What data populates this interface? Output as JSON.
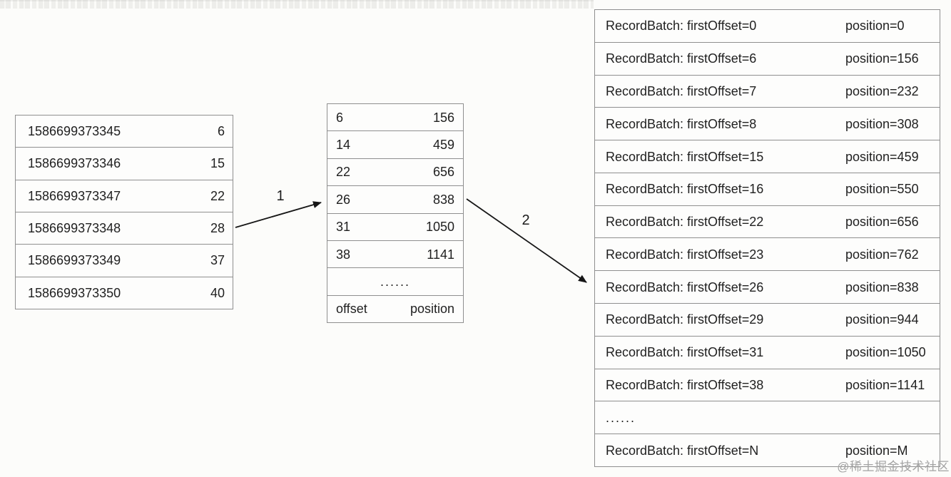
{
  "page": {
    "watermark": "@稀土掘金技术社区"
  },
  "arrows": {
    "step1": "1",
    "step2": "2"
  },
  "timestamp_index": {
    "rows": [
      {
        "timestamp": "1586699373345",
        "offset": "6"
      },
      {
        "timestamp": "1586699373346",
        "offset": "15"
      },
      {
        "timestamp": "1586699373347",
        "offset": "22"
      },
      {
        "timestamp": "1586699373348",
        "offset": "28"
      },
      {
        "timestamp": "1586699373349",
        "offset": "37"
      },
      {
        "timestamp": "1586699373350",
        "offset": "40"
      }
    ]
  },
  "offset_index": {
    "rows": [
      {
        "offset": "6",
        "position": "156"
      },
      {
        "offset": "14",
        "position": "459"
      },
      {
        "offset": "22",
        "position": "656"
      },
      {
        "offset": "26",
        "position": "838"
      },
      {
        "offset": "31",
        "position": "1050"
      },
      {
        "offset": "38",
        "position": "1141"
      }
    ],
    "ellipsis": "......",
    "footer": {
      "offset": "offset",
      "position": "position"
    }
  },
  "log_segment": {
    "rows": [
      {
        "record": "RecordBatch: firstOffset=0",
        "position": "position=0"
      },
      {
        "record": "RecordBatch: firstOffset=6",
        "position": "position=156"
      },
      {
        "record": "RecordBatch: firstOffset=7",
        "position": "position=232"
      },
      {
        "record": "RecordBatch: firstOffset=8",
        "position": "position=308"
      },
      {
        "record": "RecordBatch: firstOffset=15",
        "position": "position=459"
      },
      {
        "record": "RecordBatch: firstOffset=16",
        "position": "position=550"
      },
      {
        "record": "RecordBatch: firstOffset=22",
        "position": "position=656"
      },
      {
        "record": "RecordBatch: firstOffset=23",
        "position": "position=762"
      },
      {
        "record": "RecordBatch: firstOffset=26",
        "position": "position=838"
      },
      {
        "record": "RecordBatch: firstOffset=29",
        "position": "position=944"
      },
      {
        "record": "RecordBatch: firstOffset=31",
        "position": "position=1050"
      },
      {
        "record": "RecordBatch: firstOffset=38",
        "position": "position=1141"
      }
    ],
    "ellipsis": "......",
    "tail_row": {
      "record": "RecordBatch: firstOffset=N",
      "position": "position=M"
    }
  },
  "colors": {
    "border": "#8f8f8f",
    "text": "#1f1f1f",
    "watermark": "#a3a3a3"
  }
}
